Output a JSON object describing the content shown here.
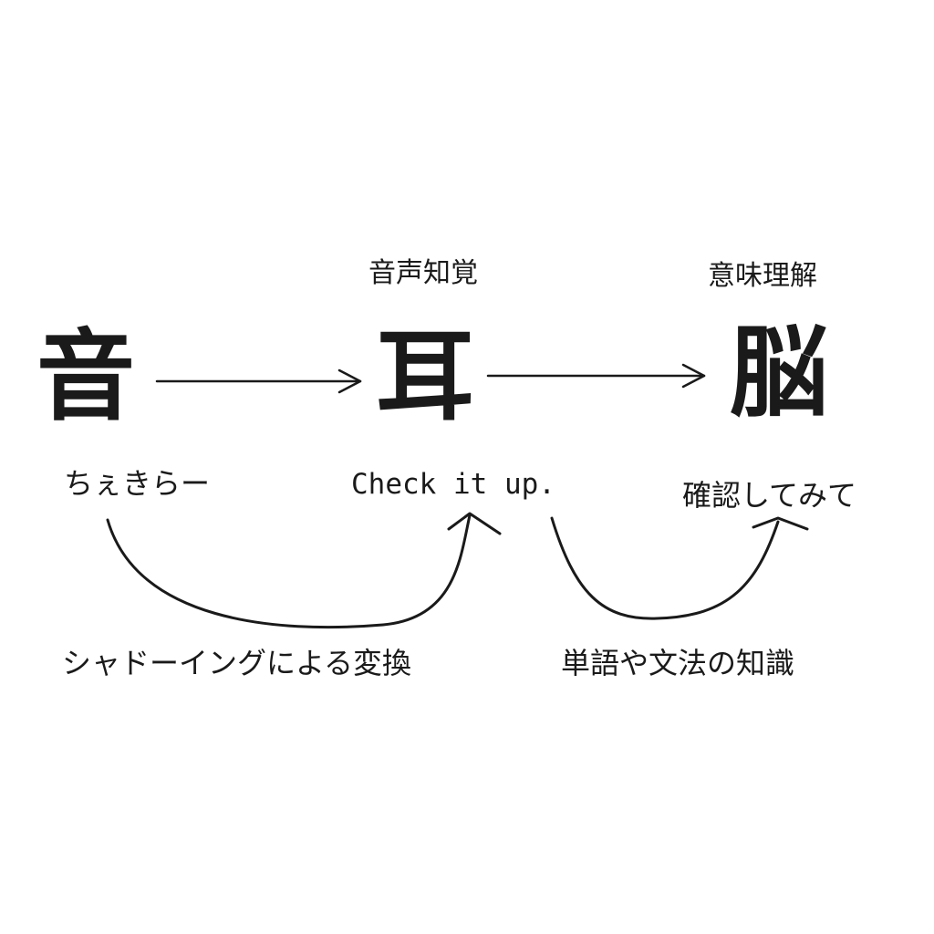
{
  "nodes": [
    {
      "char": "音",
      "label": "",
      "example": "ちぇきらー"
    },
    {
      "char": "耳",
      "label": "音声知覚",
      "example": "Check it up."
    },
    {
      "char": "脳",
      "label": "意味理解",
      "example": "確認してみて"
    }
  ],
  "transitions": [
    "シャドーイングによる変換",
    "単語や文法の知識"
  ],
  "colors": {
    "ink": "#1a1a1a",
    "background": "#ffffff"
  }
}
